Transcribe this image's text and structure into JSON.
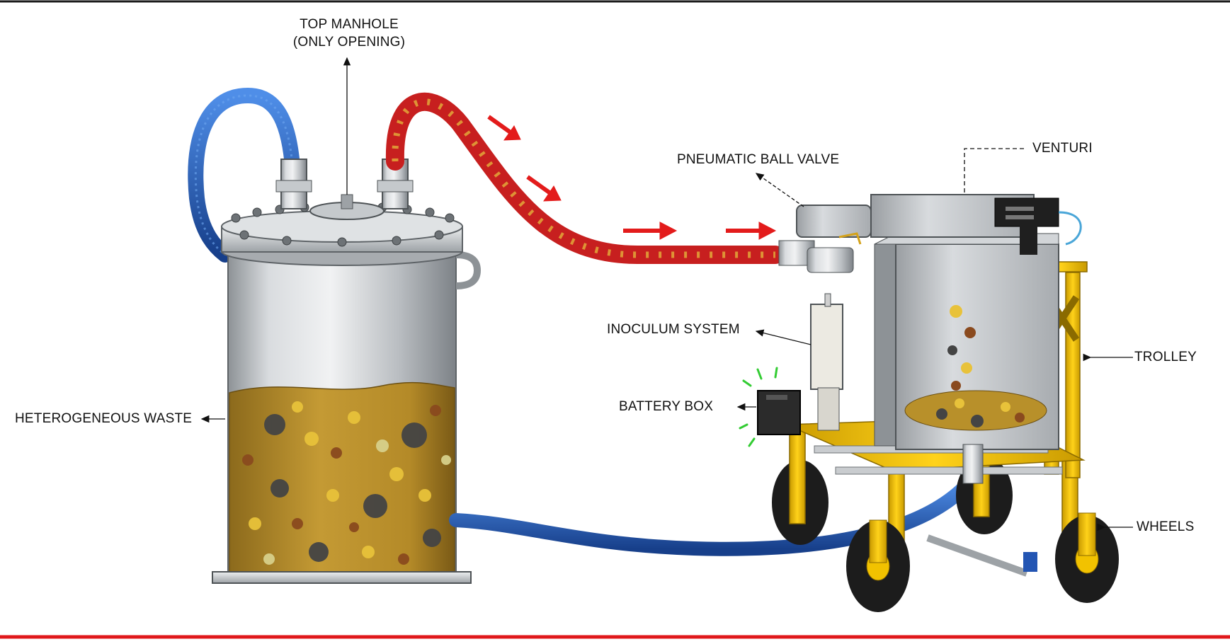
{
  "labels": {
    "top_manhole_line1": "TOP MANHOLE",
    "top_manhole_line2": "(ONLY OPENING)",
    "pneumatic_ball_valve": "PNEUMATIC BALL VALVE",
    "venturi": "VENTURI",
    "inoculum_system": "INOCULUM SYSTEM",
    "trolley": "TROLLEY",
    "battery_box": "BATTERY BOX",
    "heterogeneous_waste": "HETEROGENEOUS WASTE",
    "wheels": "WHEELS"
  },
  "colors": {
    "top_rule": "#1a1a1a",
    "bottom_rule": "#e0181b",
    "flow_arrow": "#e31b1b",
    "blue_hose": "#1f5fc4",
    "red_hose": "#c71f1f",
    "trolley_frame": "#f2c200",
    "tank_steel": "#b8bcc0",
    "waste_fill": "#b8902a",
    "wheel_tire": "#1c1c1c",
    "indicator_glow": "#33cc33"
  }
}
